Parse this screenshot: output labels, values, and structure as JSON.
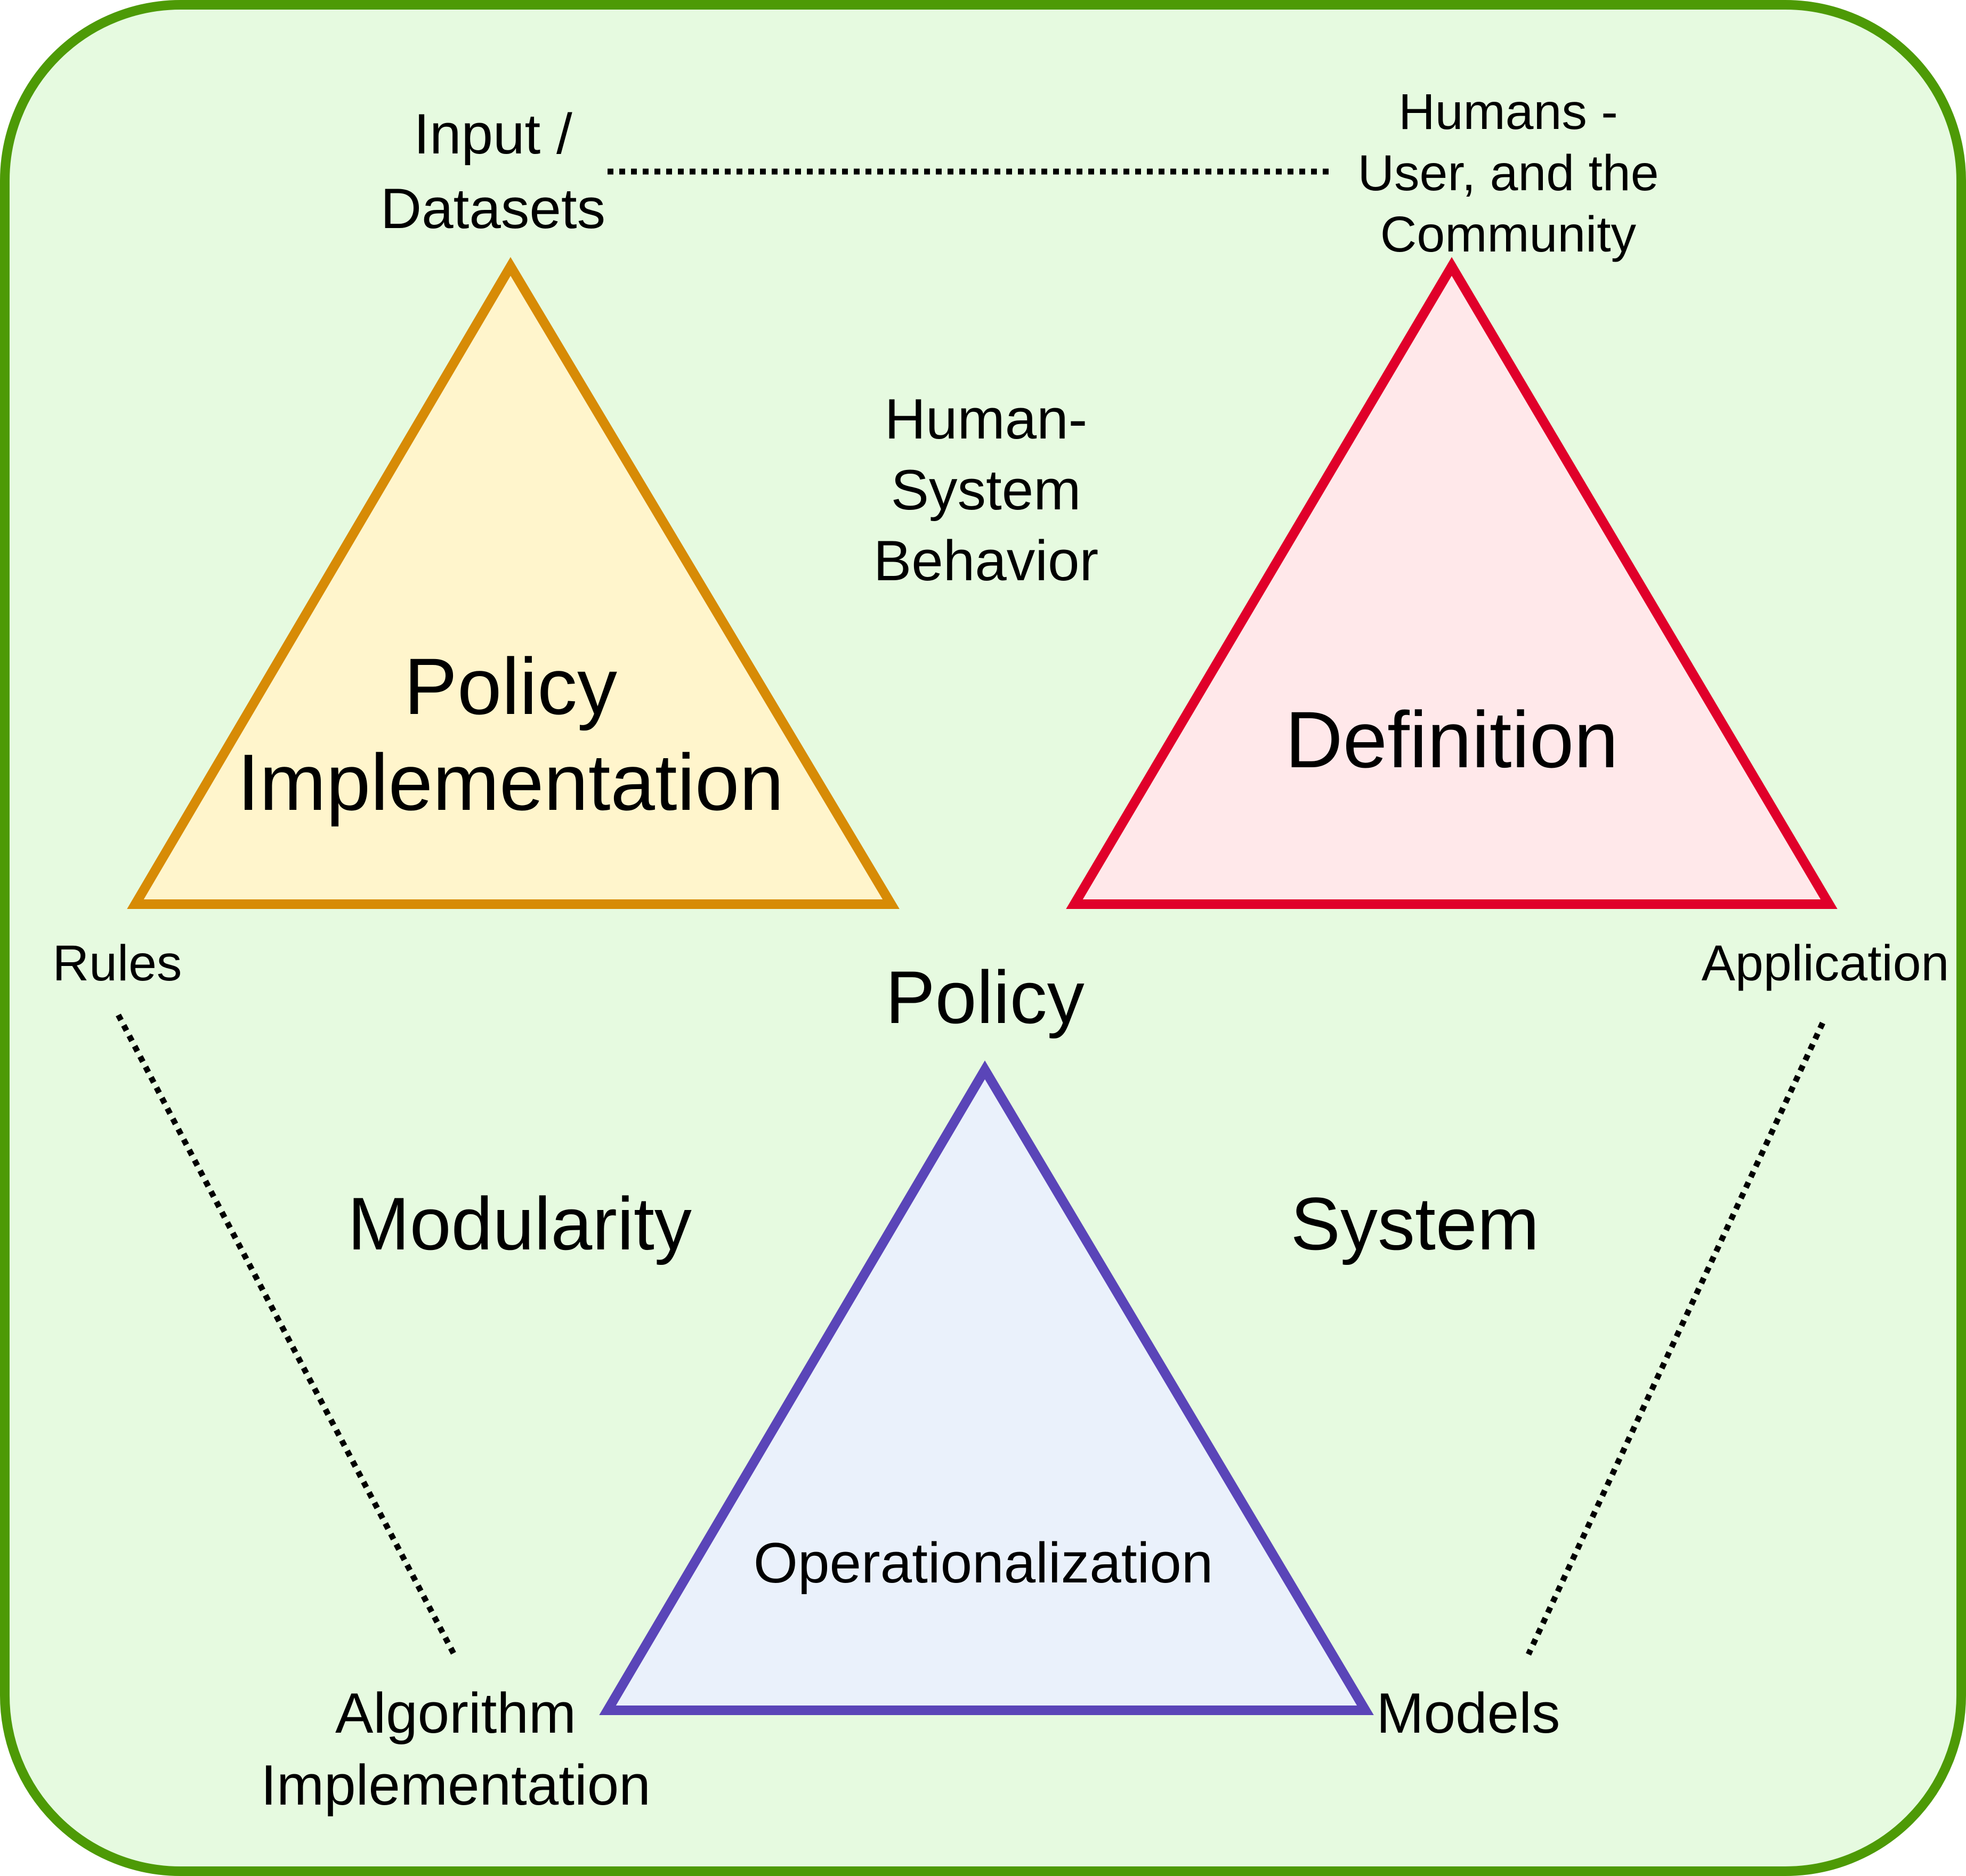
{
  "colors": {
    "frame_stroke": "#4d9a06",
    "frame_fill": "#e6fae0",
    "policy_impl_stroke": "#d78b06",
    "policy_impl_fill": "#fff5cc",
    "definition_stroke": "#e0002a",
    "definition_fill": "#ffe8ea",
    "operationalization_stroke": "#5a45b8",
    "operationalization_fill": "#eaf1fb",
    "connector": "#000000"
  },
  "triangles": {
    "policy_implementation": [
      "Policy",
      "Implementation"
    ],
    "definition": [
      "Definition"
    ],
    "operationalization": [
      "Operationalization"
    ]
  },
  "labels": {
    "input_datasets": [
      "Input /",
      "Datasets"
    ],
    "humans": [
      "Humans -",
      "User, and the",
      "Community"
    ],
    "human_system_behavior": [
      "Human-",
      "System",
      "Behavior"
    ],
    "rules": [
      "Rules"
    ],
    "application": [
      "Application"
    ],
    "policy": [
      "Policy"
    ],
    "modularity": [
      "Modularity"
    ],
    "system": [
      "System"
    ],
    "algorithm_implementation": [
      "Algorithm",
      "Implementation"
    ],
    "models": [
      "Models"
    ]
  }
}
